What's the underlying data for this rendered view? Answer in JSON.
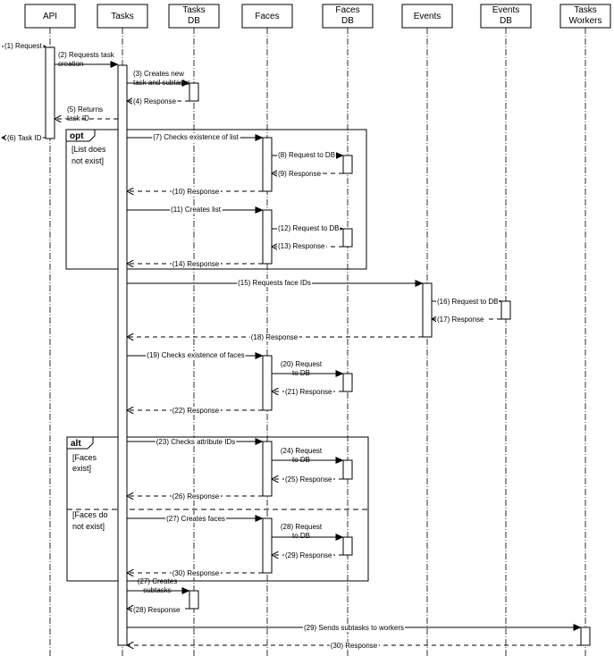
{
  "participants": [
    {
      "id": "api",
      "lines": [
        "API"
      ]
    },
    {
      "id": "tasks",
      "lines": [
        "Tasks"
      ]
    },
    {
      "id": "tasksdb",
      "lines": [
        "Tasks",
        "DB"
      ]
    },
    {
      "id": "faces",
      "lines": [
        "Faces"
      ]
    },
    {
      "id": "facesdb",
      "lines": [
        "Faces",
        "DB"
      ]
    },
    {
      "id": "events",
      "lines": [
        "Events"
      ]
    },
    {
      "id": "eventsdb",
      "lines": [
        "Events",
        "DB"
      ]
    },
    {
      "id": "workers",
      "lines": [
        "Tasks",
        "Workers"
      ]
    }
  ],
  "fragments": [
    {
      "id": "opt",
      "label": "opt",
      "guards": [
        [
          "[List does",
          "not exist]"
        ]
      ]
    },
    {
      "id": "alt",
      "label": "alt",
      "guards": [
        [
          "[Faces",
          "exist]"
        ],
        [
          "[Faces do",
          "not exist]"
        ]
      ]
    }
  ],
  "messages": [
    {
      "id": "m1",
      "lines": [
        "(1) Request"
      ]
    },
    {
      "id": "m2",
      "lines": [
        "(2) Requests task",
        "creation"
      ]
    },
    {
      "id": "m3",
      "lines": [
        "(3) Creates new",
        "task and subtasks"
      ]
    },
    {
      "id": "m4",
      "lines": [
        "(4) Response"
      ]
    },
    {
      "id": "m5",
      "lines": [
        "(5) Returns",
        "task ID"
      ]
    },
    {
      "id": "m6",
      "lines": [
        "(6) Task ID"
      ]
    },
    {
      "id": "m7",
      "lines": [
        "(7) Checks existence of list"
      ]
    },
    {
      "id": "m8",
      "lines": [
        "(8) Request to DB"
      ]
    },
    {
      "id": "m9",
      "lines": [
        "(9) Response"
      ]
    },
    {
      "id": "m10",
      "lines": [
        "(10) Response"
      ]
    },
    {
      "id": "m11",
      "lines": [
        "(11) Creates list"
      ]
    },
    {
      "id": "m12",
      "lines": [
        "(12) Request to DB"
      ]
    },
    {
      "id": "m13",
      "lines": [
        "(13) Response"
      ]
    },
    {
      "id": "m14",
      "lines": [
        "(14) Response"
      ]
    },
    {
      "id": "m15",
      "lines": [
        "(15) Requests face IDs"
      ]
    },
    {
      "id": "m16",
      "lines": [
        "(16) Request to DB"
      ]
    },
    {
      "id": "m17",
      "lines": [
        "(17) Response"
      ]
    },
    {
      "id": "m18",
      "lines": [
        "(18) Response"
      ]
    },
    {
      "id": "m19",
      "lines": [
        "(19) Checks existence of faces"
      ]
    },
    {
      "id": "m20",
      "lines": [
        "(20) Request",
        "to DB"
      ]
    },
    {
      "id": "m21",
      "lines": [
        "(21) Response"
      ]
    },
    {
      "id": "m22",
      "lines": [
        "(22) Response"
      ]
    },
    {
      "id": "m23",
      "lines": [
        "(23) Checks attribute IDs"
      ]
    },
    {
      "id": "m24",
      "lines": [
        "(24) Request",
        "to DB"
      ]
    },
    {
      "id": "m25",
      "lines": [
        "(25) Response"
      ]
    },
    {
      "id": "m26",
      "lines": [
        "(26) Response"
      ]
    },
    {
      "id": "m27a",
      "lines": [
        "(27) Creates faces"
      ]
    },
    {
      "id": "m28a",
      "lines": [
        "(28) Request",
        "to DB"
      ]
    },
    {
      "id": "m29a",
      "lines": [
        "(29) Response"
      ]
    },
    {
      "id": "m30a",
      "lines": [
        "(30) Response"
      ]
    },
    {
      "id": "m27b",
      "lines": [
        "(27) Creates",
        "subtasks"
      ]
    },
    {
      "id": "m28b",
      "lines": [
        "(28) Response"
      ]
    },
    {
      "id": "m29b",
      "lines": [
        "(29) Sends subtasks to workers"
      ]
    },
    {
      "id": "m30b",
      "lines": [
        "(30) Response"
      ]
    }
  ]
}
